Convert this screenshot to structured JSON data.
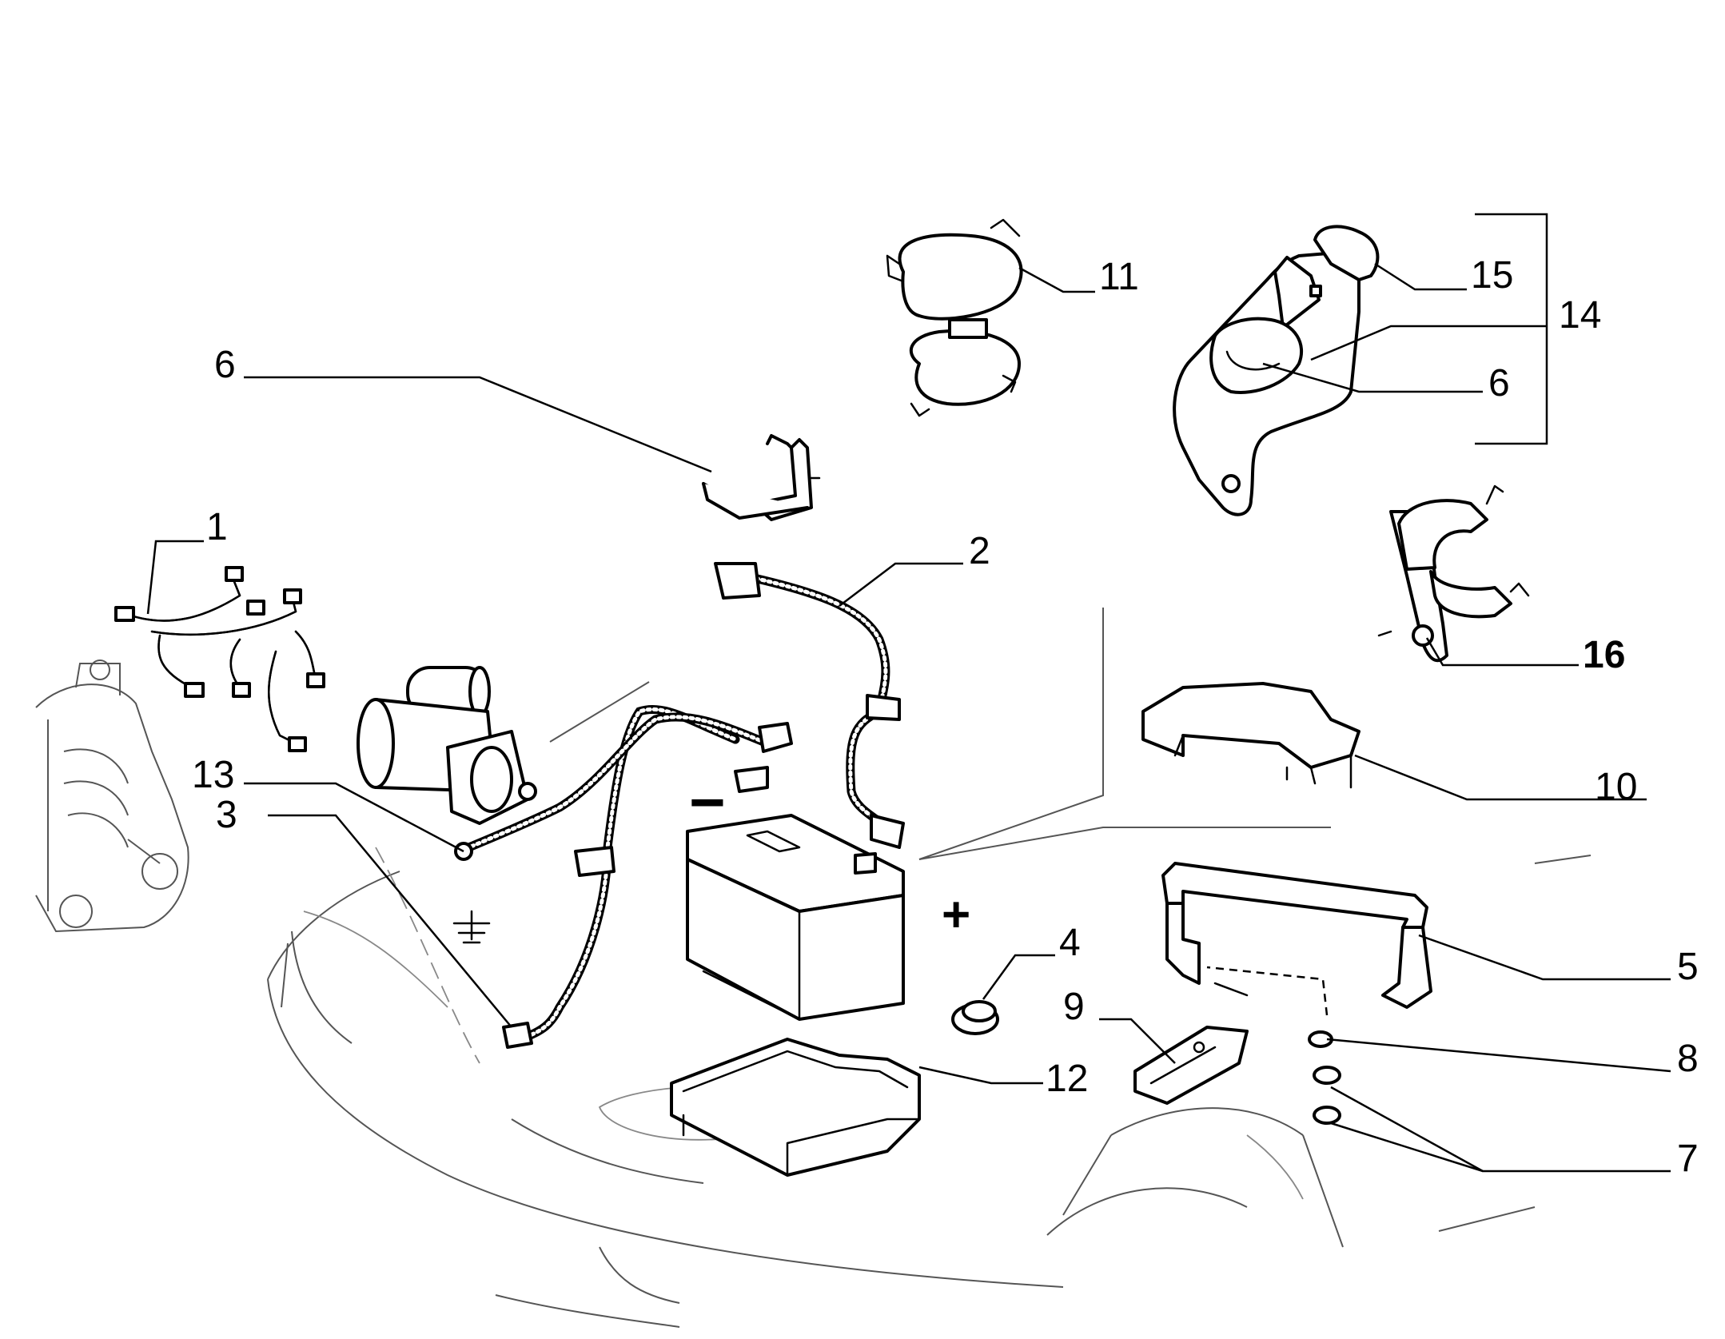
{
  "diagram": {
    "callouts": [
      {
        "id": "c1",
        "label": "1"
      },
      {
        "id": "c2",
        "label": "2"
      },
      {
        "id": "c3",
        "label": "3"
      },
      {
        "id": "c4",
        "label": "4"
      },
      {
        "id": "c5",
        "label": "5"
      },
      {
        "id": "c6a",
        "label": "6"
      },
      {
        "id": "c6b",
        "label": "6"
      },
      {
        "id": "c7",
        "label": "7"
      },
      {
        "id": "c8",
        "label": "8"
      },
      {
        "id": "c9",
        "label": "9"
      },
      {
        "id": "c10",
        "label": "10"
      },
      {
        "id": "c11",
        "label": "11"
      },
      {
        "id": "c12",
        "label": "12"
      },
      {
        "id": "c13",
        "label": "13"
      },
      {
        "id": "c14",
        "label": "14"
      },
      {
        "id": "c15",
        "label": "15"
      },
      {
        "id": "c16",
        "label": "16"
      }
    ],
    "symbols": {
      "negative": "−",
      "positive": "+"
    }
  }
}
